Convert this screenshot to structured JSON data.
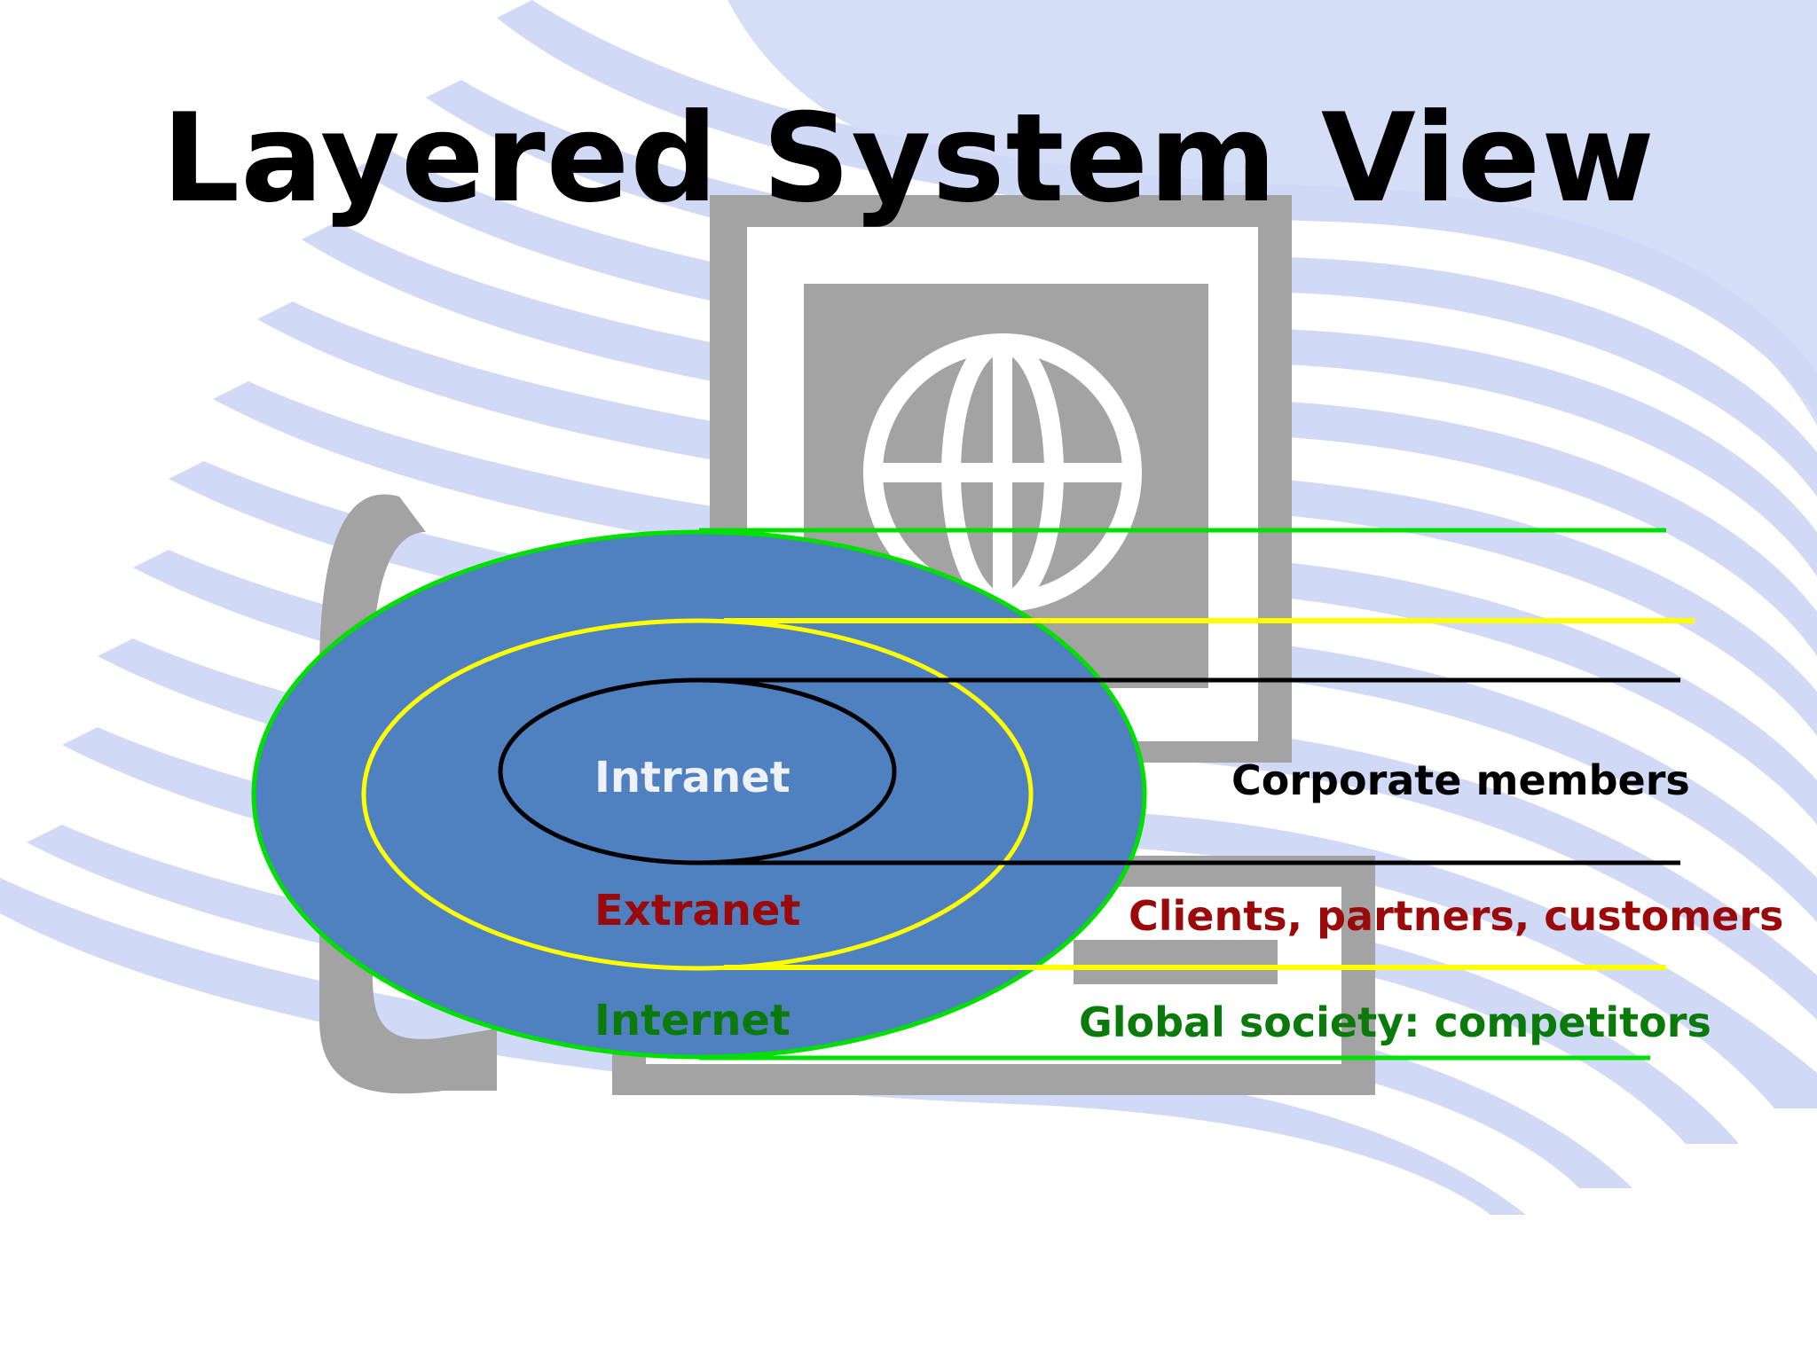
{
  "slide": {
    "title": "Layered System View"
  },
  "layers": [
    {
      "ring_label": "Intranet",
      "group_label": "Corporate members",
      "ring_color": "#000000",
      "label_color": "#eef2f8",
      "group_color": "#000000"
    },
    {
      "ring_label": "Extranet",
      "group_label": "Clients, partners, customers",
      "ring_color": "#ffff00",
      "label_color": "#9b0a0a",
      "group_color": "#9b0a0a"
    },
    {
      "ring_label": "Internet",
      "group_label": "Global society: competitors",
      "ring_color": "#00e000",
      "label_color": "#0a7a0a",
      "group_color": "#0a7a0a"
    }
  ],
  "colors": {
    "ellipse_fill": "#4f80bf",
    "swoosh": "#d0daf6",
    "computer_gray": "#a3a3a3",
    "title": "#000000"
  },
  "icons": {
    "background": "computer-globe-clipart-icon"
  }
}
